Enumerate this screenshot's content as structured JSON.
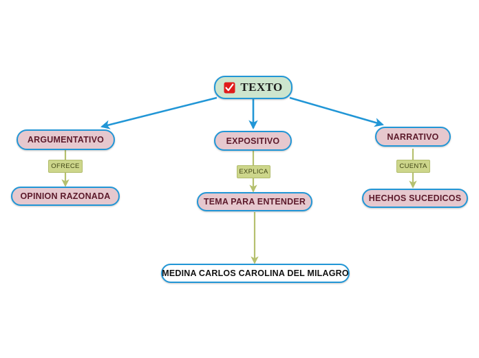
{
  "diagram": {
    "type": "mind-map",
    "background": "#ffffff",
    "colors": {
      "root_fill": "#cde5ce",
      "node_fill": "#e6c8ce",
      "node_border": "#2196d6",
      "node_text": "#5c1a2b",
      "badge_fill": "#cdd68b",
      "badge_border": "#b0bb6a",
      "badge_text": "#3f4414",
      "blue_edge": "#2196d6",
      "green_edge": "#b5c06e",
      "checkbox_red": "#e01b1b",
      "author_text": "#111111"
    },
    "root": {
      "label": "TEXTO",
      "icon": "checkbox-checked-icon"
    },
    "branches": [
      {
        "id": "argumentativo",
        "label": "ARGUMENTATIVO",
        "connector_label": "OFRECE",
        "child_label": "OPINION RAZONADA"
      },
      {
        "id": "expositivo",
        "label": "EXPOSITIVO",
        "connector_label": "EXPLICA",
        "child_label": "TEMA PARA ENTENDER"
      },
      {
        "id": "narrativo",
        "label": "NARRATIVO",
        "connector_label": "CUENTA",
        "child_label": "HECHOS SUCEDICOS"
      }
    ],
    "author": {
      "label": "MEDINA CARLOS CAROLINA DEL MILAGRO"
    }
  }
}
